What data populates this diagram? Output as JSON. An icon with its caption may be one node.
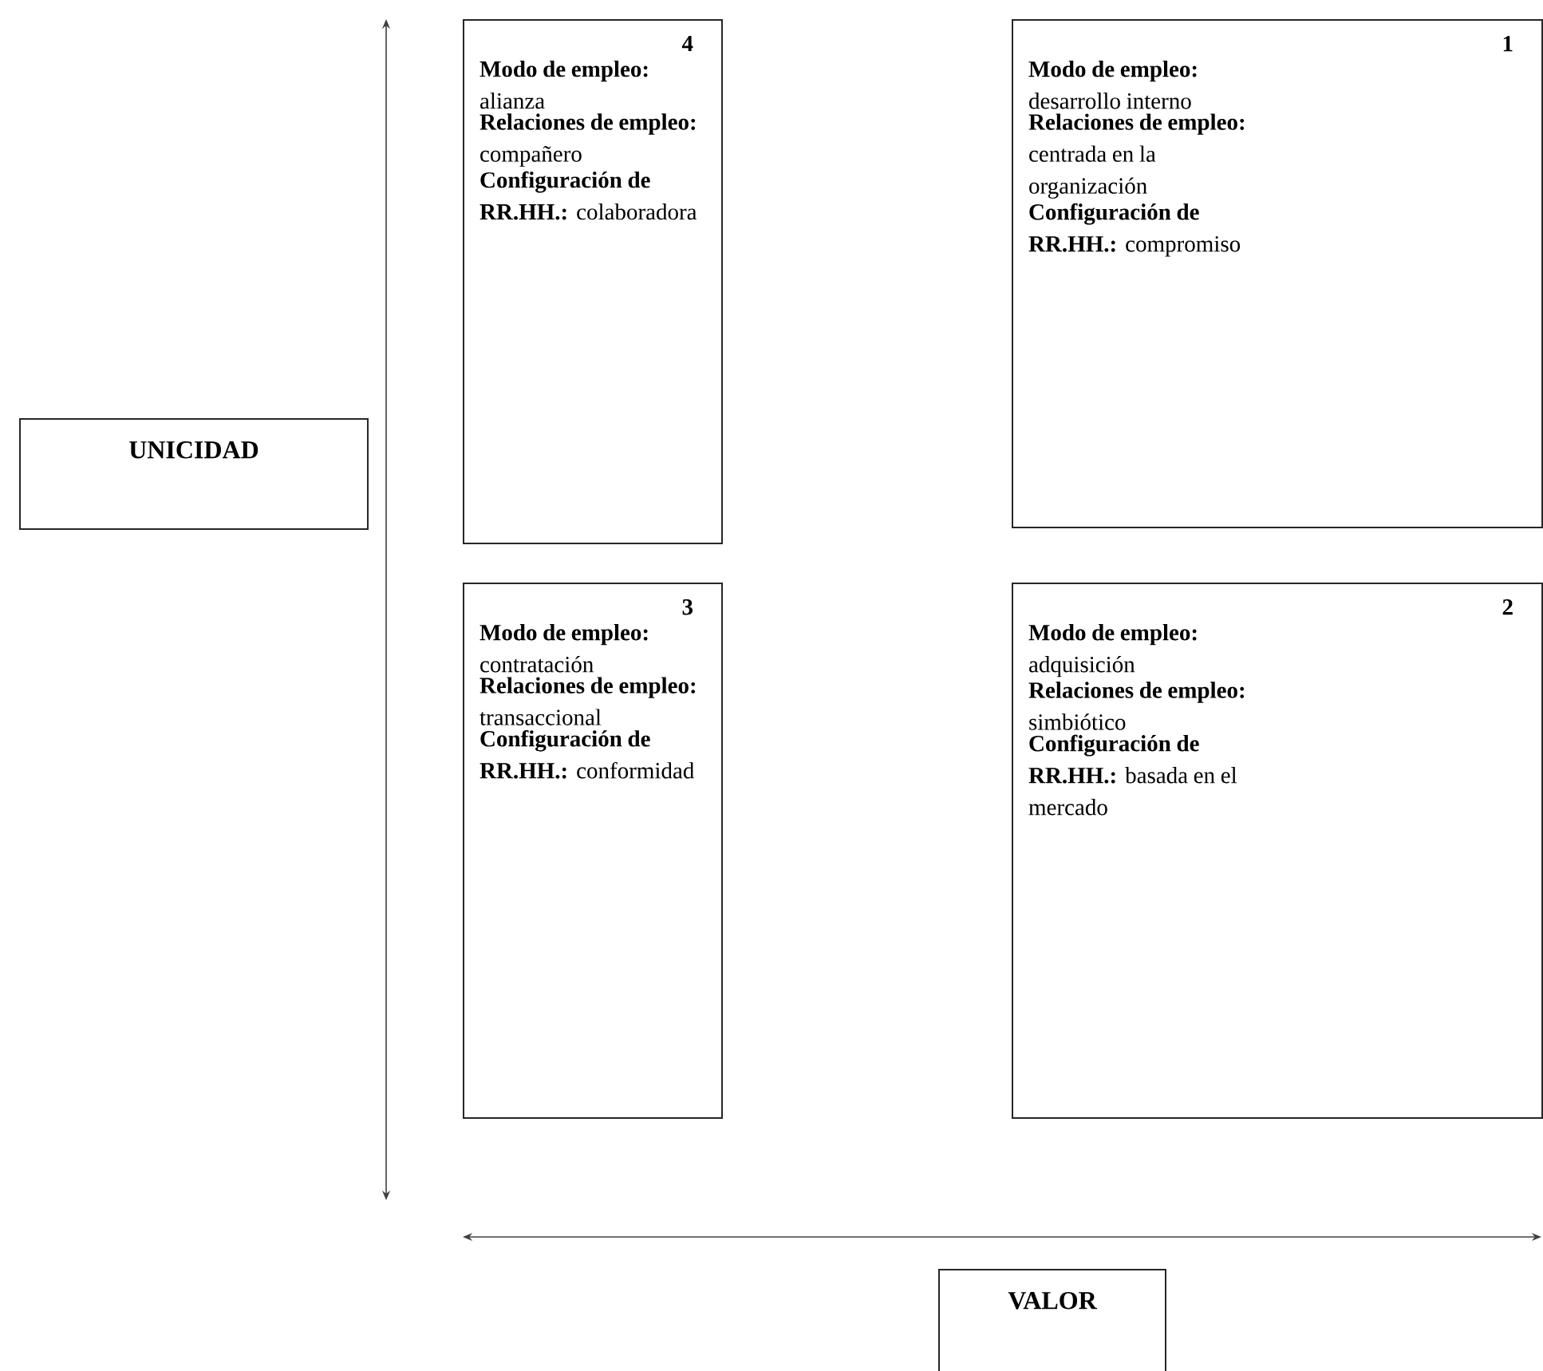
{
  "diagram": {
    "nodes": [
      {
        "text": [
          "4",
          "**Modo de empleo:** alianza",
          "**Relaciones de empleo:** compañero",
          "**Configuración de RR.HH.:** colaboradora"
        ]
      },
      {
        "text": [
          "1",
          "**Modo de empleo:** desarrollo interno",
          "**Relaciones de empleo:** centrada en la organización",
          "**Configuración de RR.HH.:** compromiso"
        ]
      },
      {
        "text": [
          "UNICIDAD"
        ]
      },
      {
        "text": [
          "3",
          "**Modo de empleo:** contratación",
          "**Relaciones de empleo:** transaccional",
          "**Configuración de RR.HH.:** conformidad"
        ]
      },
      {
        "text": [
          "2",
          "**Modo de empleo:** adquisición",
          "**Relaciones de empleo:** simbiótico",
          "**Configuración de RR.HH.:** basada en el mercado"
        ]
      },
      {
        "text": [
          "VALOR"
        ]
      }
    ]
  }
}
